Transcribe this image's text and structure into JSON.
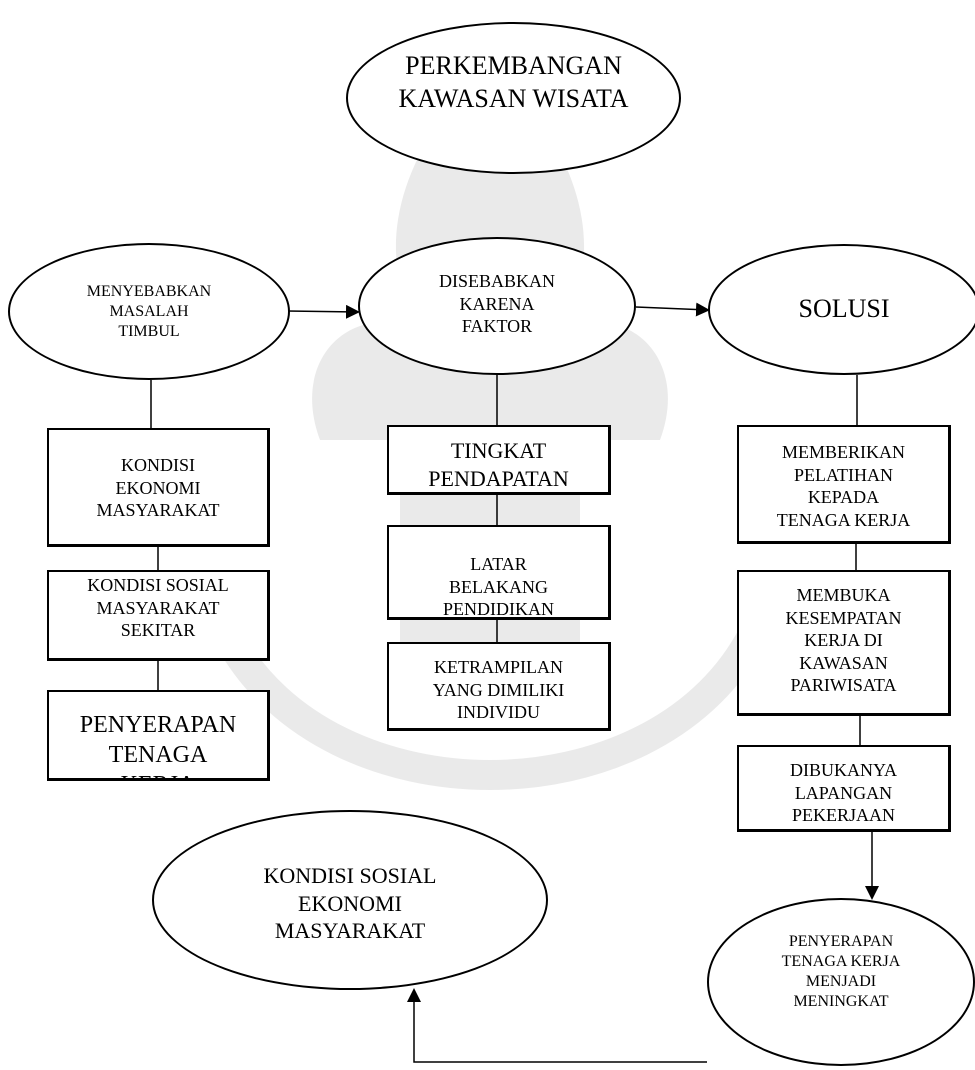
{
  "title": "PERKEMBANGAN\nKAWASAN WISATA",
  "columns": {
    "left": {
      "head": "MENYEBABKAN\nMASALAH\nTIMBUL",
      "items": [
        "KONDISI\nEKONOMI\nMASYARAKAT",
        "KONDISI SOSIAL\nMASYARAKAT\nSEKITAR",
        "PENYERAPAN\nTENAGA\nKERJA"
      ]
    },
    "middle": {
      "head": "DISEBABKAN\nKARENA\nFAKTOR",
      "items": [
        "TINGKAT\nPENDAPATAN",
        "LATAR\nBELAKANG\nPENDIDIKAN",
        "KETRAMPILAN\nYANG DIMILIKI\nINDIVIDU"
      ]
    },
    "right": {
      "head": "SOLUSI",
      "items": [
        "MEMBERIKAN\nPELATIHAN\nKEPADA\nTENAGA KERJA",
        "MEMBUKA\nKESEMPATAN\nKERJA DI\nKAWASAN\nPARIWISATA",
        "DIBUKANYA\nLAPANGAN\nPEKERJAAN"
      ]
    }
  },
  "result": "PENYERAPAN\nTENAGA KERJA\nMENJADI\nMENINGKAT",
  "outcome": "KONDISI SOSIAL\nEKONOMI\nMASYARAKAT"
}
